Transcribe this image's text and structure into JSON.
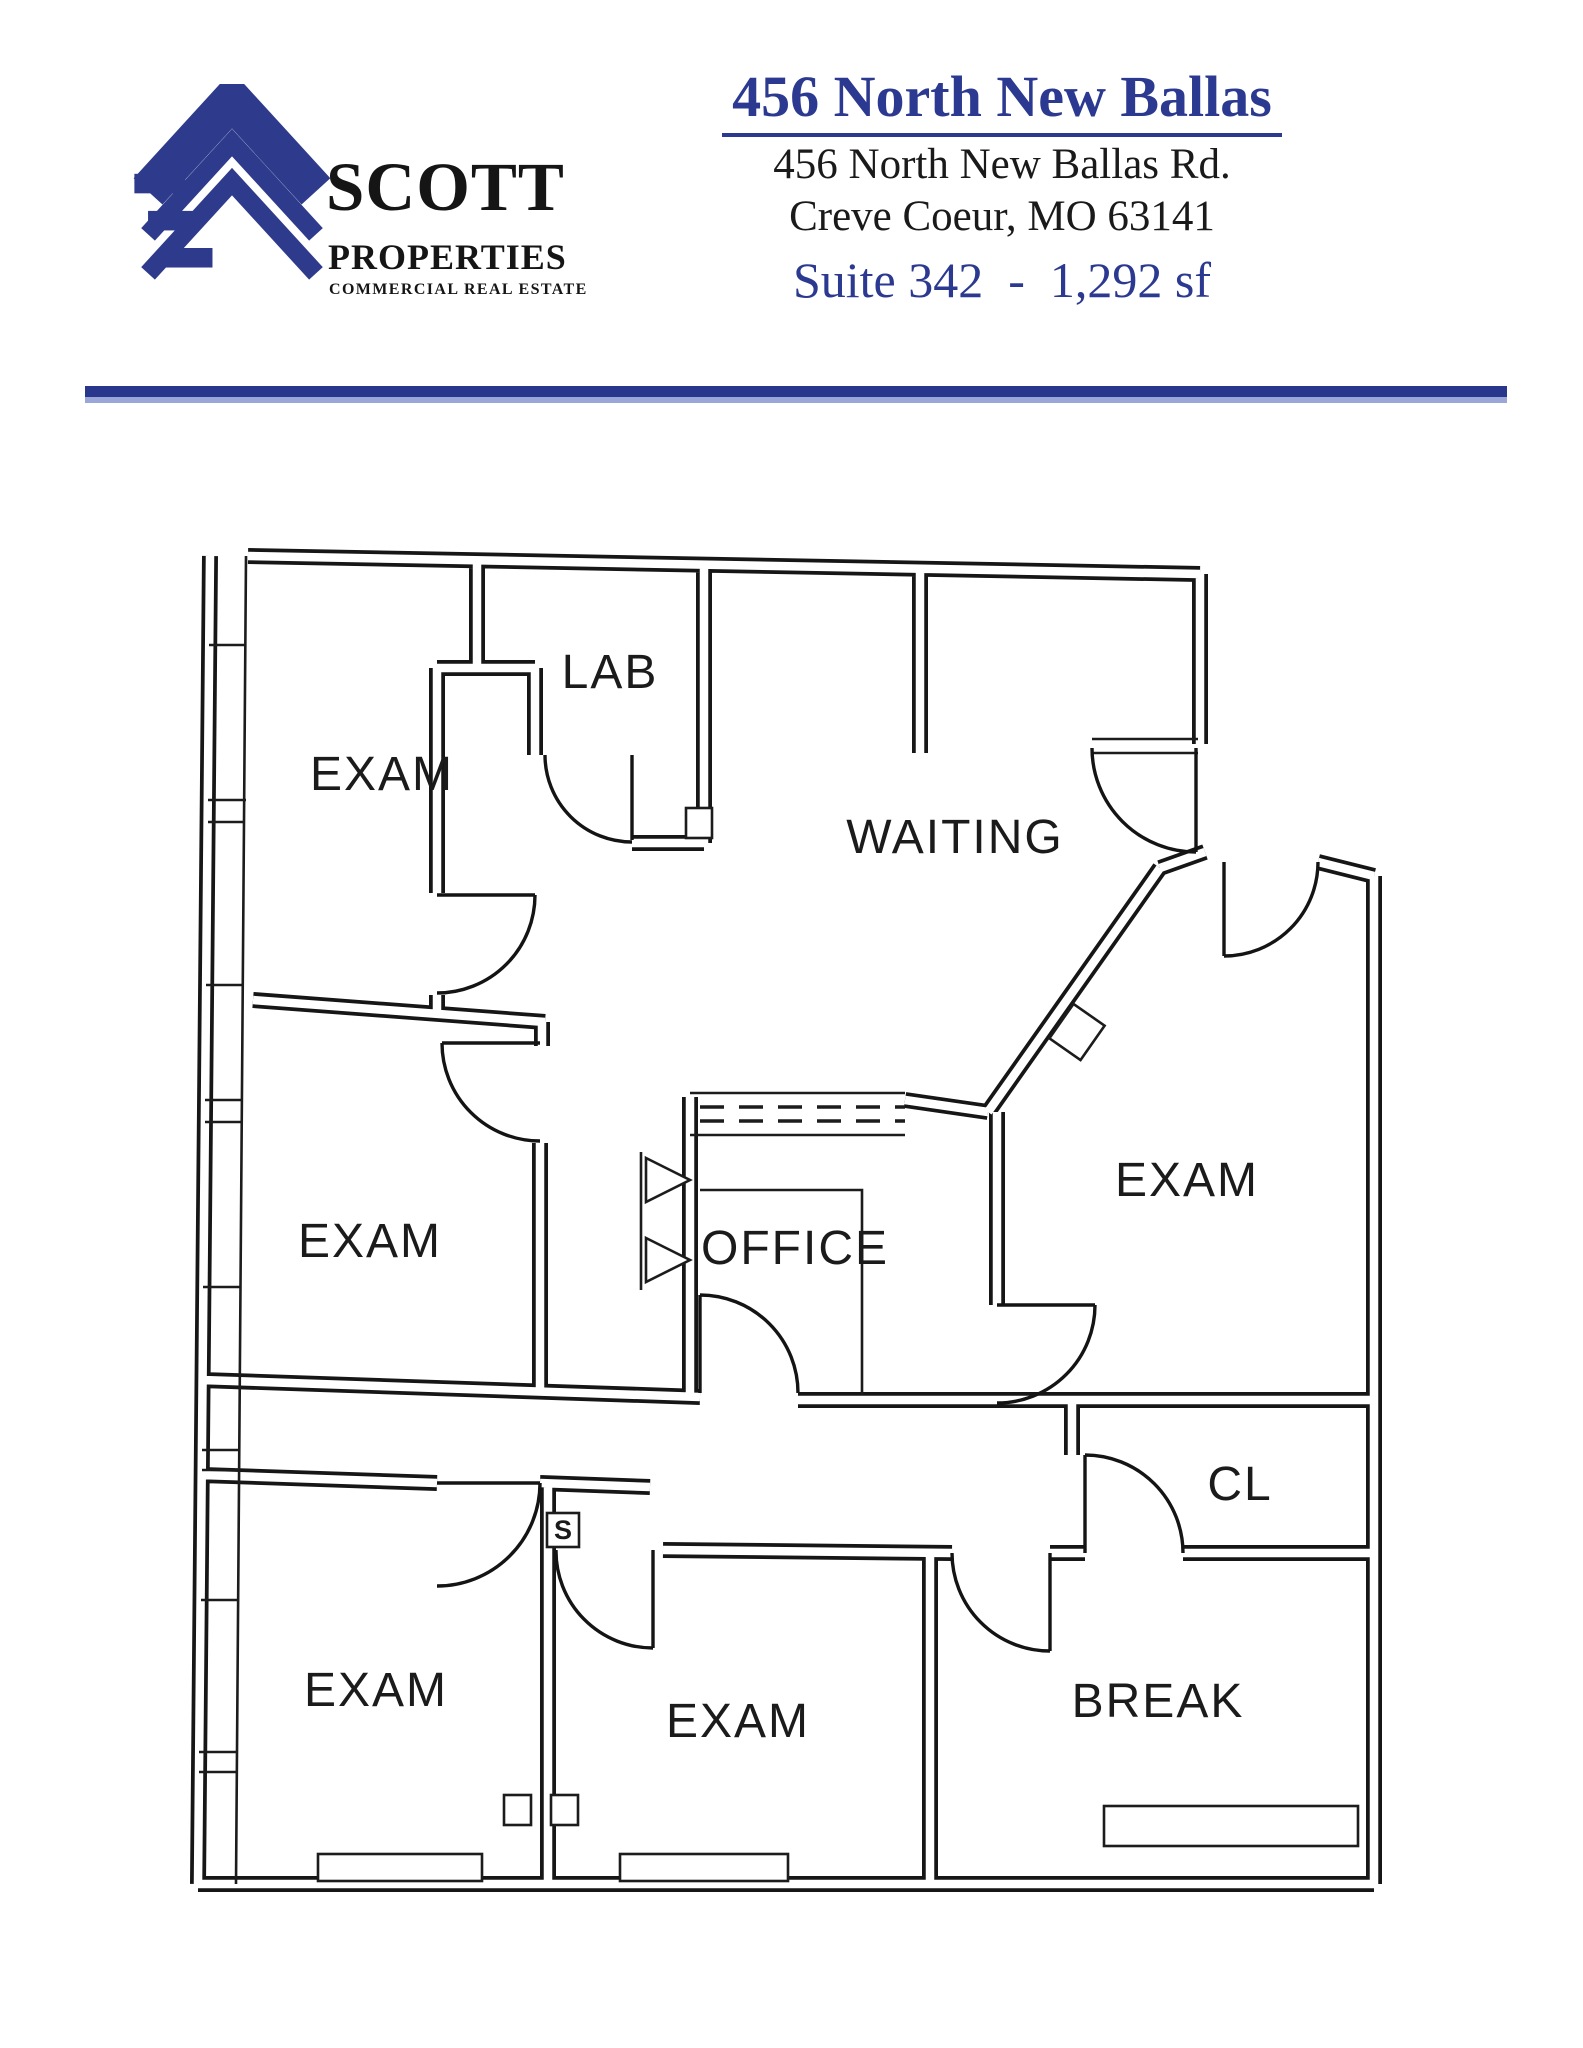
{
  "brand": {
    "name": "SCOTT",
    "sub_name": "PROPERTIES",
    "tagline": "COMMERCIAL REAL ESTATE",
    "logo_color": "#2e3a8c"
  },
  "header": {
    "title": "456 North New Ballas",
    "address_line": "456 North New Ballas Rd.",
    "city_line": "Creve Coeur, MO 63141",
    "suite_line": "Suite 342  -  1,292 sf",
    "accent_color": "#2b3990",
    "rule_dark_color": "#28368c",
    "rule_light_color": "#9aa6d8"
  },
  "floorplan": {
    "wall_color": "#161616",
    "switch_label": "S",
    "rooms": [
      {
        "id": "exam-top-left",
        "label": "EXAM"
      },
      {
        "id": "lab",
        "label": "LAB"
      },
      {
        "id": "waiting",
        "label": "WAITING"
      },
      {
        "id": "exam-right",
        "label": "EXAM"
      },
      {
        "id": "exam-mid-left",
        "label": "EXAM"
      },
      {
        "id": "office",
        "label": "OFFICE"
      },
      {
        "id": "closet",
        "label": "CL"
      },
      {
        "id": "exam-bottom-left",
        "label": "EXAM"
      },
      {
        "id": "exam-bottom-center",
        "label": "EXAM"
      },
      {
        "id": "break",
        "label": "BREAK"
      }
    ]
  }
}
